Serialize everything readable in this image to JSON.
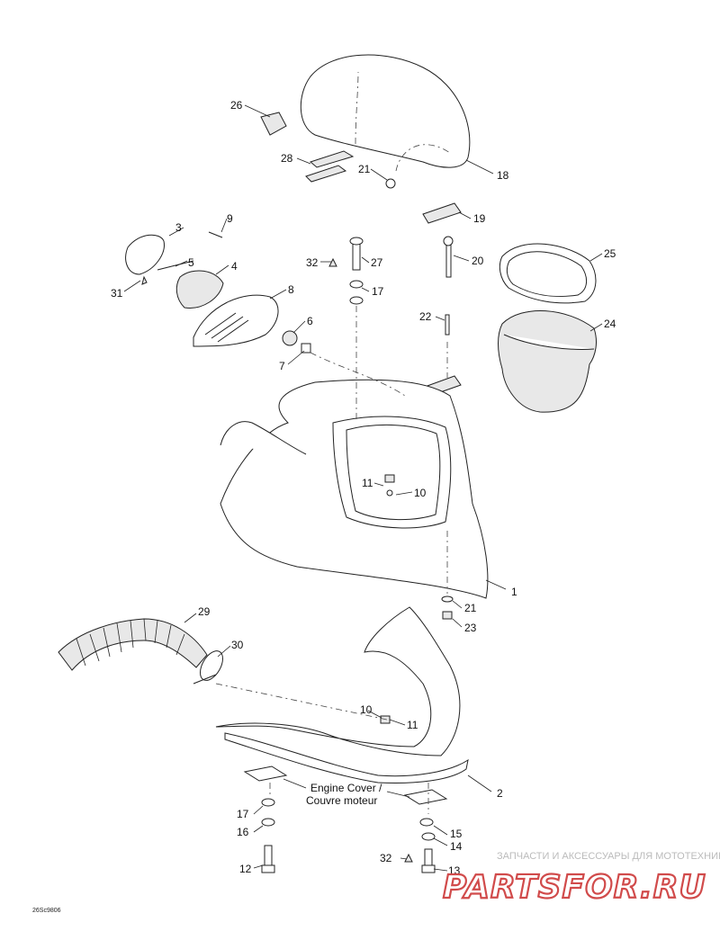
{
  "diagram": {
    "callouts": [
      "1",
      "2",
      "3",
      "4",
      "5",
      "6",
      "7",
      "8",
      "9",
      "10",
      "11",
      "12",
      "13",
      "14",
      "15",
      "16",
      "17",
      "18",
      "19",
      "20",
      "21",
      "22",
      "23",
      "24",
      "25",
      "26",
      "27",
      "28",
      "29",
      "30",
      "31",
      "32"
    ],
    "labels": {
      "engine_cover_en": "Engine Cover /",
      "engine_cover_fr": "Couvre moteur"
    },
    "figure_code": "26Sc9806"
  },
  "watermark": {
    "tagline": "ЗАПЧАСТИ И АКСЕССУАРЫ ДЛЯ МОТОТЕХНИКИ",
    "logo": "PARTSFOR.RU",
    "color": "#d14b4b"
  }
}
